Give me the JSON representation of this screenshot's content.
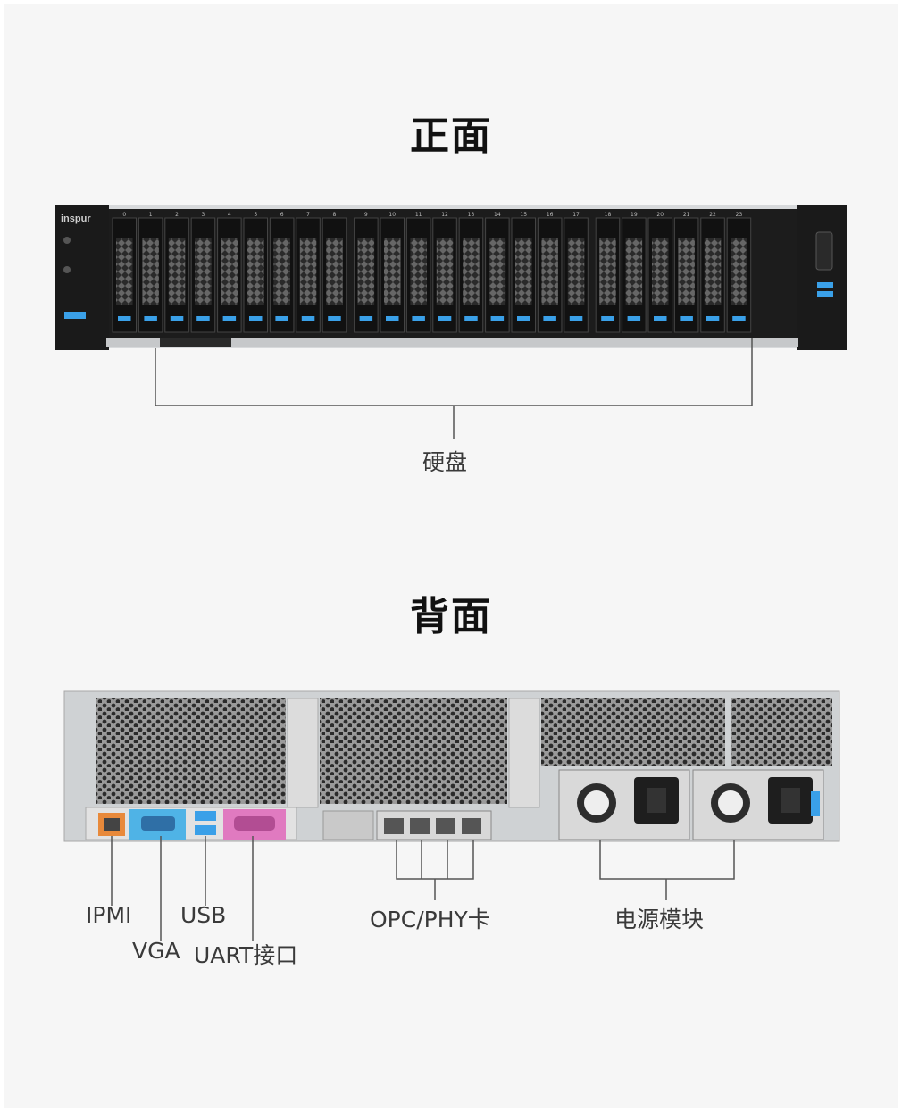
{
  "front": {
    "title": "正面",
    "brand": "inspur",
    "drive_numbers": [
      "0",
      "1",
      "2",
      "3",
      "4",
      "5",
      "6",
      "7",
      "8",
      "9",
      "10",
      "11",
      "12",
      "13",
      "14",
      "15",
      "16",
      "17",
      "18",
      "19",
      "20",
      "21",
      "22",
      "23"
    ],
    "callout_label": "硬盘"
  },
  "back": {
    "title": "背面",
    "labels": {
      "ipmi": "IPMI",
      "vga": "VGA",
      "usb": "USB",
      "uart": "UART接口",
      "opc": "OPC/PHY卡",
      "psu": "电源模块"
    }
  },
  "colors": {
    "ipmi_port": "#e8893a",
    "vga_port": "#4fb3e6",
    "uart_port": "#e07ac0",
    "drive_led": "#3aa0e8",
    "chassis_dark": "#1f1f1f",
    "chassis_silver": "#cfd2d4"
  },
  "icons": [
    "rj45-port-icon",
    "vga-port-icon",
    "usb-port-icon",
    "serial-port-icon",
    "power-inlet-icon",
    "fan-icon"
  ]
}
